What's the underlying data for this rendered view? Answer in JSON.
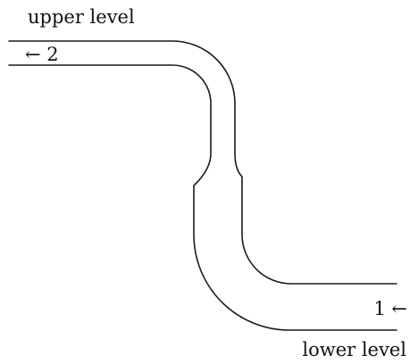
{
  "labels": {
    "upper_level": "upper level",
    "lower_level": "lower level",
    "upper_flow": "← 2",
    "lower_flow": "1 ←"
  },
  "colors": {
    "line": "#1a1a1a",
    "text": "#111111",
    "background": "#ffffff"
  }
}
